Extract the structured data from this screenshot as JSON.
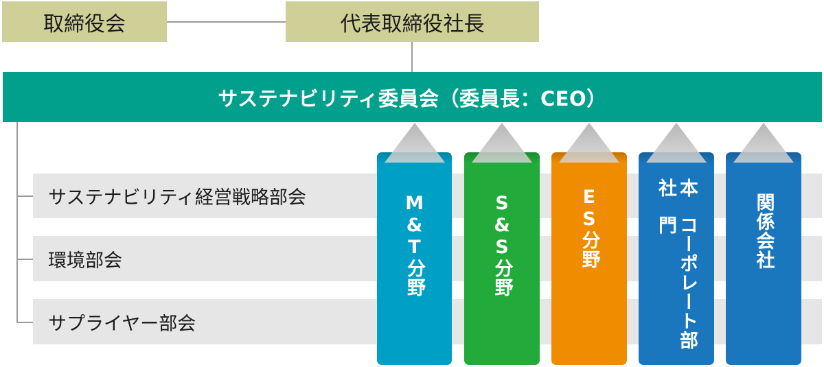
{
  "top": {
    "board": "取締役会",
    "president": "代表取締役社長"
  },
  "committee": {
    "label": "サステナビリティ委員会（委員長：CEO）",
    "color": "#00a08d"
  },
  "subcommittees": [
    {
      "label": "サステナビリティ経営戦略部会"
    },
    {
      "label": "環境部会"
    },
    {
      "label": "サプライヤー部会"
    }
  ],
  "divisions": [
    {
      "label": "M&T分野",
      "color": "#00a0c6"
    },
    {
      "label": "S&S分野",
      "color": "#22aa3a"
    },
    {
      "label": "ES分野",
      "color": "#f08c00"
    },
    {
      "label": "本社コーポレート部門",
      "line1": "本社",
      "line2": "コーポレート部門",
      "color": "#1a76bd"
    },
    {
      "label": "関係会社",
      "color": "#1a76bd"
    }
  ],
  "colors": {
    "khaki": "#cfcf98",
    "row_gray": "#e6e6e6",
    "connector": "#9a9a9a"
  }
}
